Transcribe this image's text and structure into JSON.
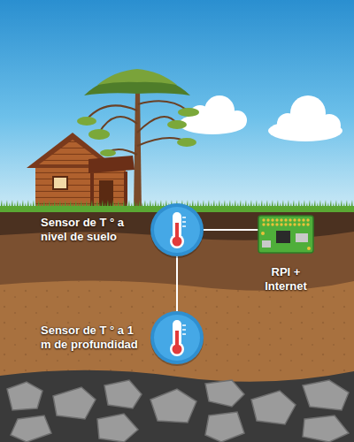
{
  "diagram": {
    "nodes": [
      {
        "text": [
          "Sensor de T ° a nivel de suelo"
        ]
      },
      {
        "text": [
          "RPI + Internet"
        ]
      },
      {
        "text": [
          "Sensor de T ° a 1 m de profundidad"
        ]
      }
    ],
    "edges": [
      {
        "from": 0,
        "to": 1,
        "arrow": "none"
      },
      {
        "from": 0,
        "to": 2,
        "arrow": "none"
      }
    ]
  }
}
